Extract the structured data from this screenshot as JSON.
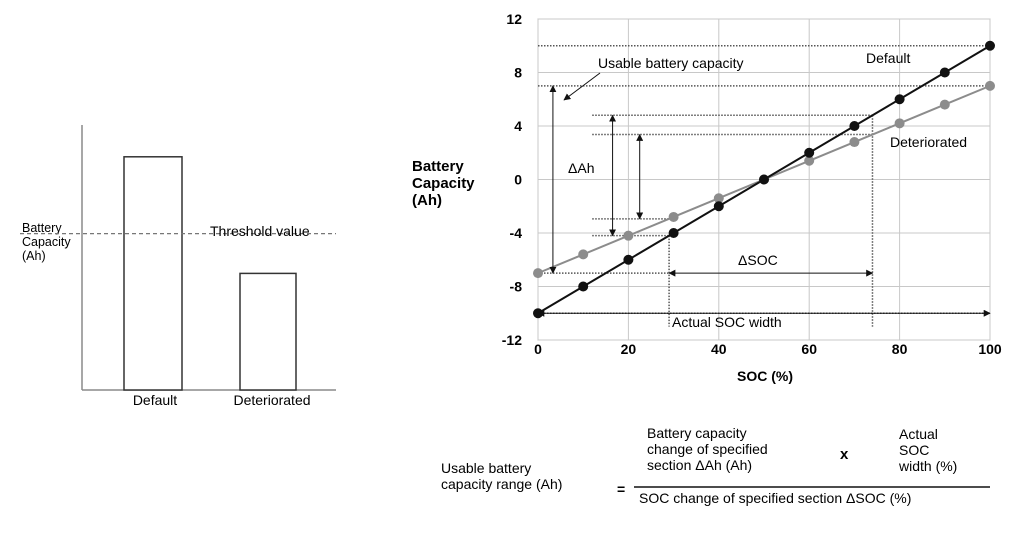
{
  "left_chart": {
    "ylabel_lines": [
      "Battery",
      "Capacity",
      "(Ah)"
    ],
    "threshold_label": "Threshold value",
    "categories": [
      "Default",
      "Deteriorated"
    ],
    "values": [
      0.88,
      0.44
    ],
    "threshold": 0.59
  },
  "chart_data": {
    "type": "line",
    "title": "",
    "xlabel": "SOC (%)",
    "ylabel": "Battery Capacity (Ah)",
    "ylabel_lines": [
      "Battery",
      "Capacity",
      "(Ah)"
    ],
    "xlim": [
      0,
      100
    ],
    "ylim": [
      -12,
      12
    ],
    "xticks": [
      0,
      20,
      40,
      60,
      80,
      100
    ],
    "yticks": [
      -12,
      -8,
      -4,
      0,
      4,
      8,
      12
    ],
    "grid": true,
    "series": [
      {
        "name": "Default",
        "color": "#111111",
        "x": [
          0,
          10,
          20,
          30,
          40,
          50,
          60,
          70,
          80,
          90,
          100
        ],
        "y": [
          -10,
          -8,
          -6,
          -4,
          -2,
          0,
          2,
          4,
          6,
          8,
          10
        ]
      },
      {
        "name": "Deteriorated",
        "color": "#8c8c8c",
        "x": [
          0,
          10,
          20,
          30,
          40,
          50,
          60,
          70,
          80,
          90,
          100
        ],
        "y": [
          -7,
          -5.6,
          -4.2,
          -2.8,
          -1.4,
          0,
          1.4,
          2.8,
          4.2,
          5.6,
          7
        ]
      }
    ],
    "annotations": {
      "usable_capacity": "Usable battery capacity",
      "delta_ah": "ΔAh",
      "delta_soc": "ΔSOC",
      "actual_soc_width": "Actual SOC width",
      "soc_range": [
        29,
        74
      ]
    }
  },
  "formula": {
    "lhs_lines": [
      "Usable battery",
      "capacity range (Ah)"
    ],
    "equals": "=",
    "numerator_left_lines": [
      "Battery capacity",
      "change of specified",
      "section ΔAh (Ah)"
    ],
    "times": "x",
    "numerator_right_lines": [
      "Actual",
      "SOC",
      "width (%)"
    ],
    "denominator": "SOC change of specified section ΔSOC (%)"
  }
}
